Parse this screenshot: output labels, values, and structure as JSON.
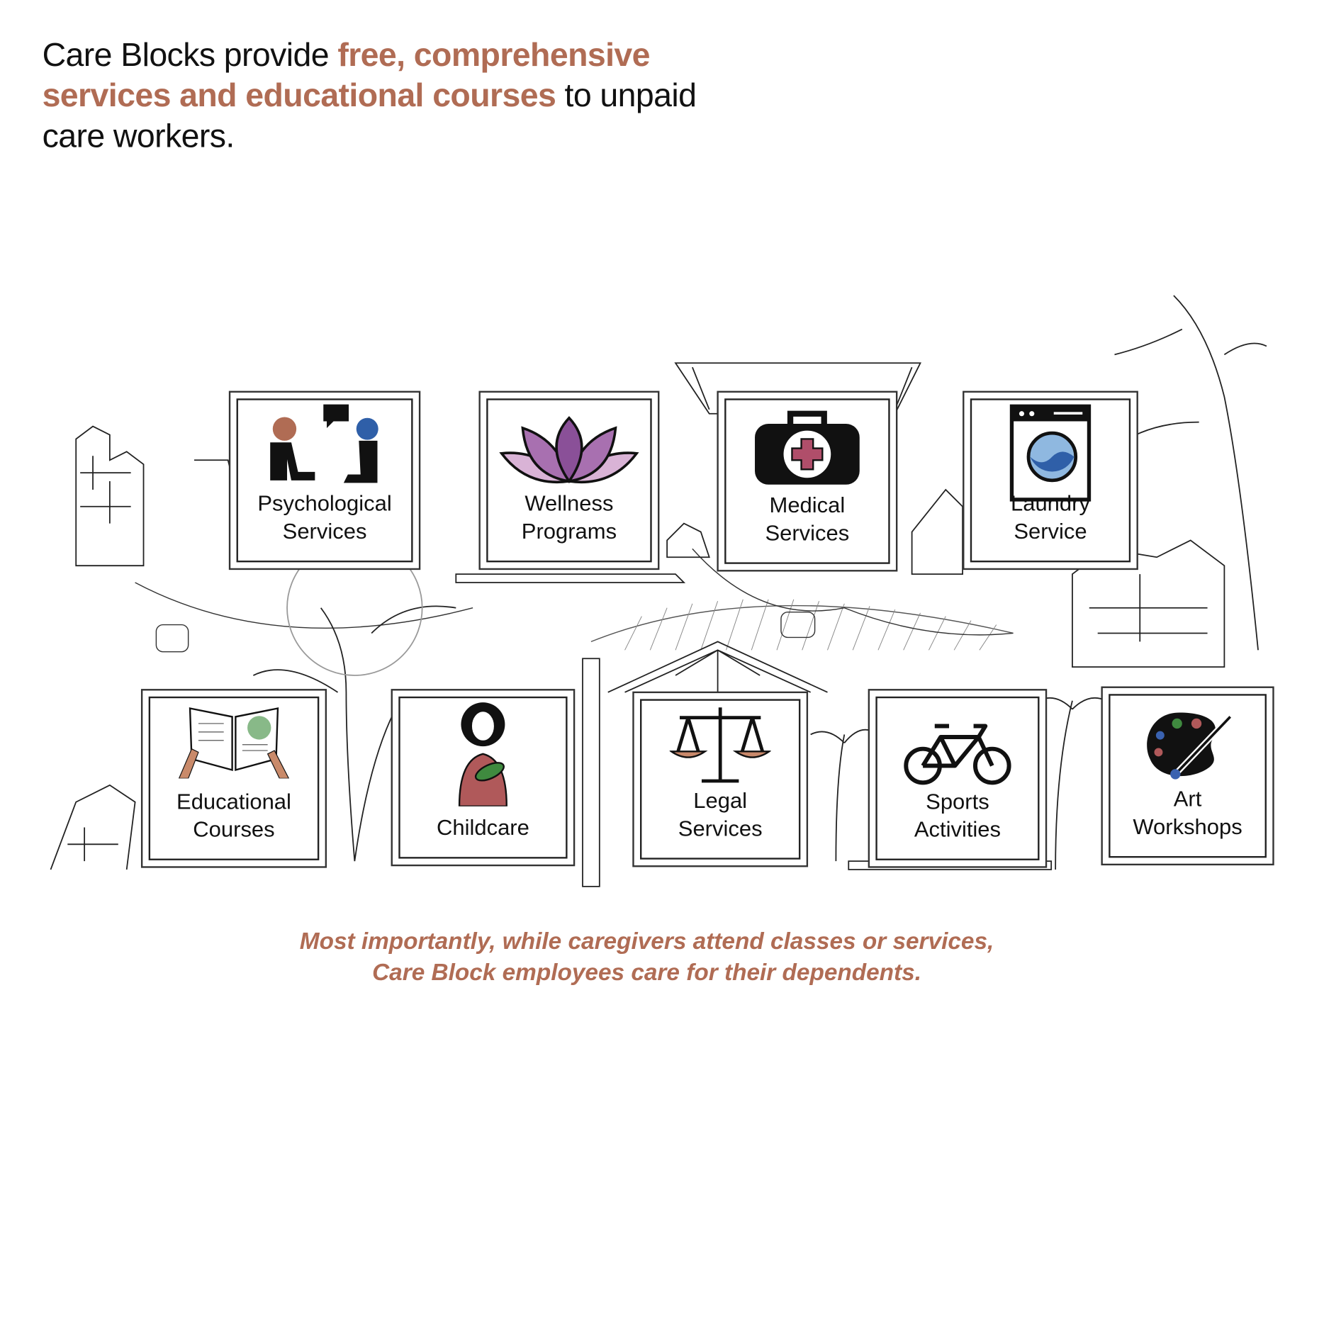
{
  "header": {
    "prefix": "Care Blocks provide ",
    "highlight": "free, comprehensive services and educational courses",
    "suffix": " to unpaid care workers."
  },
  "services_top": [
    {
      "label": "Psychological Services",
      "icon": "therapy-conversation-icon"
    },
    {
      "label": "Wellness Programs",
      "icon": "lotus-icon"
    },
    {
      "label": "Medical Services",
      "icon": "medical-kit-icon"
    },
    {
      "label": "Laundry Service",
      "icon": "washing-machine-icon"
    }
  ],
  "services_bottom": [
    {
      "label": "Educational Courses",
      "icon": "open-book-icon"
    },
    {
      "label": "Childcare",
      "icon": "mother-baby-icon"
    },
    {
      "label": "Legal Services",
      "icon": "scales-icon"
    },
    {
      "label": "Sports Activities",
      "icon": "bicycle-icon"
    },
    {
      "label": "Art Workshops",
      "icon": "palette-icon"
    }
  ],
  "footer": {
    "line1": "Most importantly, while caregivers attend classes or services,",
    "line2": "Care Block employees care for their dependents."
  },
  "colors": {
    "accent": "#b06c54",
    "text": "#111111"
  }
}
